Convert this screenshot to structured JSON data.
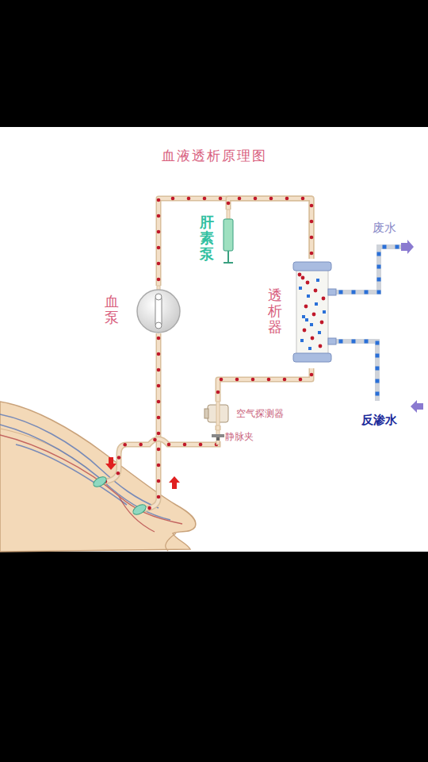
{
  "diagram": {
    "title": "血液透析原理图",
    "nodes": [
      {
        "text": [
          "血泵"
        ]
      },
      {
        "text": [
          "肝素泵"
        ]
      },
      {
        "text": [
          "透析器"
        ]
      },
      {
        "text": [
          "空气探测器"
        ]
      },
      {
        "text": [
          "静脉夹"
        ]
      }
    ],
    "edges": [
      {
        "from": 0,
        "to": 2,
        "arrow": "none"
      },
      {
        "from": 1,
        "to": 2,
        "arrow": "none"
      },
      {
        "from": 2,
        "to": 3,
        "arrow": "none"
      },
      {
        "from": 3,
        "to": 4,
        "arrow": "none"
      }
    ],
    "labels": [
      "废水",
      "反渗水"
    ]
  }
}
